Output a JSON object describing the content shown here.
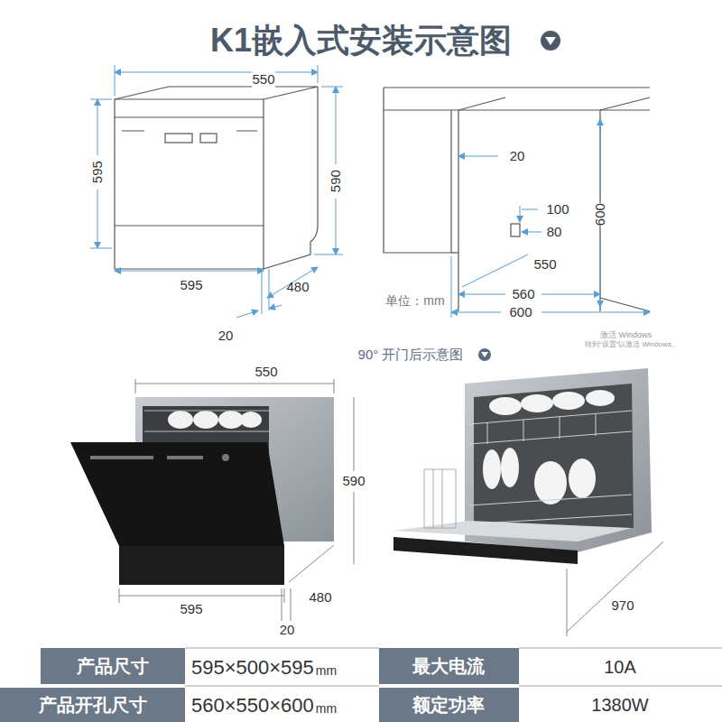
{
  "diagram": {
    "title": "K1嵌入式安装示意图",
    "labels": [
      "550",
      "595",
      "590",
      "595",
      "480",
      "20",
      "单位：mm",
      "20",
      "100",
      "80",
      "550",
      "600",
      "560",
      "600",
      "激活 Windows",
      "转到“设置”以激活 Windows。",
      "90° 开门后示意图",
      "550",
      "590",
      "595",
      "480",
      "20",
      "970",
      "产品尺寸",
      "595×500×595",
      "mm",
      "最大电流",
      "10A",
      "产品开孔尺寸",
      "560×550×600",
      "mm",
      "额定功率",
      "1380W"
    ]
  }
}
